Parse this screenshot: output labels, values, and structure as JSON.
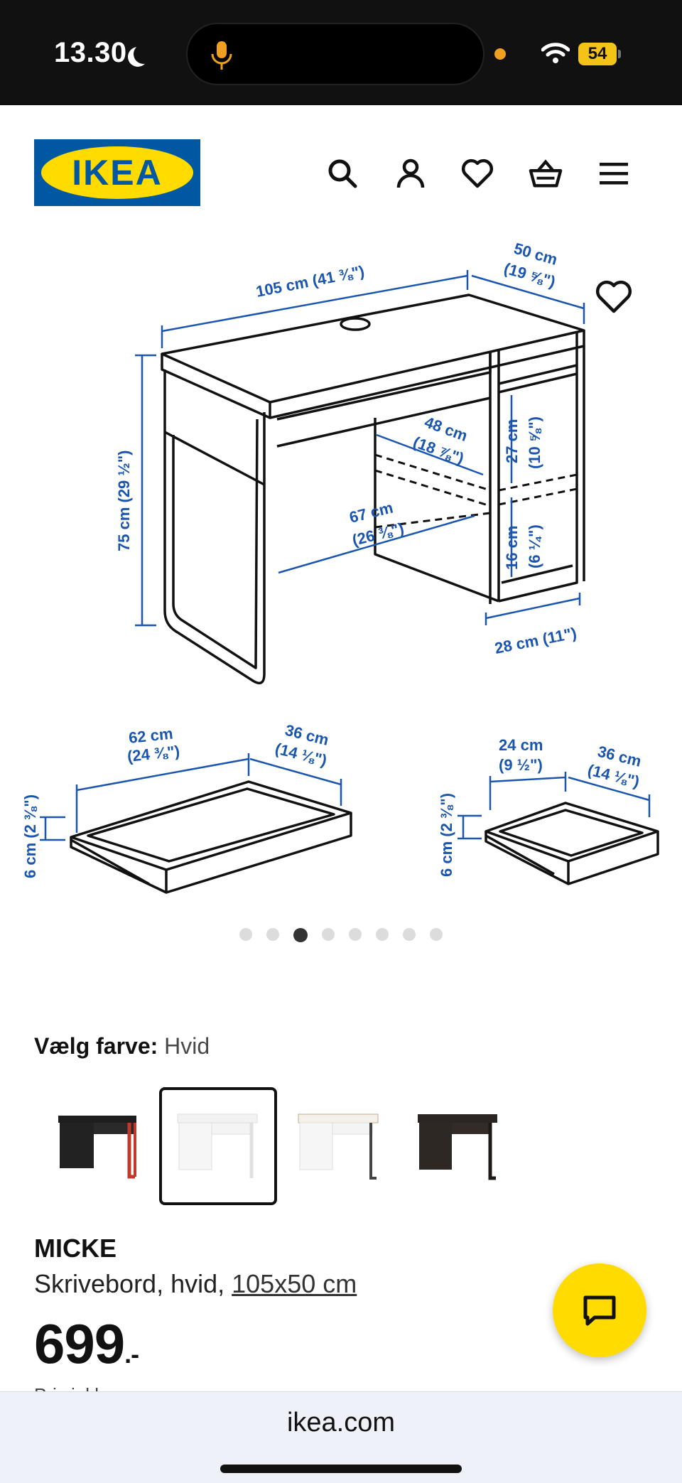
{
  "status_bar": {
    "time": "13.30",
    "battery": "54"
  },
  "header": {
    "logo_text": "IKEA",
    "icons": [
      "search-icon",
      "account-icon",
      "favorites-icon",
      "basket-icon",
      "menu-icon"
    ]
  },
  "gallery": {
    "dimensions": {
      "desk_width": "105 cm (41 ⅜\")",
      "desk_depth_line1": "50 cm",
      "desk_depth_line2": "(19 ⅝\")",
      "desk_height": "75 cm (29 ½\")",
      "knee_depth_line1": "48 cm",
      "knee_depth_line2": "(18 ⅞\")",
      "knee_width_line1": "67 cm",
      "knee_width_line2": "(26 ⅜\")",
      "shelf_top": "27 cm",
      "shelf_top_in": "(10 ⅝\")",
      "shelf_bottom": "16 cm",
      "shelf_bottom_in": "(6 ¼\")",
      "cabinet_width": "28 cm (11\")",
      "drawer1_width_line1": "62 cm",
      "drawer1_width_line2": "(24 ⅜\")",
      "drawer1_depth_line1": "36 cm",
      "drawer1_depth_line2": "(14 ⅛\")",
      "drawer1_height": "6 cm (2 ⅜\")",
      "drawer2_width_line1": "24 cm",
      "drawer2_width_line2": "(9 ½\")",
      "drawer2_depth_line1": "36 cm",
      "drawer2_depth_line2": "(14 ⅛\")",
      "drawer2_height": "6 cm (2 ⅜\")"
    },
    "pagination": {
      "total": 8,
      "active_index": 3
    }
  },
  "product": {
    "color_label": "Vælg farve:",
    "color_value": "Hvid",
    "swatches": [
      {
        "name": "black-red"
      },
      {
        "name": "white",
        "selected": true
      },
      {
        "name": "white-anthracite"
      },
      {
        "name": "black-brown"
      }
    ],
    "name": "MICKE",
    "description": "Skrivebord, hvid,",
    "size_link": "105x50 cm",
    "price_main": "699",
    "price_suffix": ".-",
    "price_note": "Pris inkl. moms"
  },
  "browser": {
    "url": "ikea.com"
  },
  "colors": {
    "ikea_blue": "#0058a3",
    "ikea_yellow": "#ffdb00",
    "dim_blue": "#1a56b0"
  }
}
